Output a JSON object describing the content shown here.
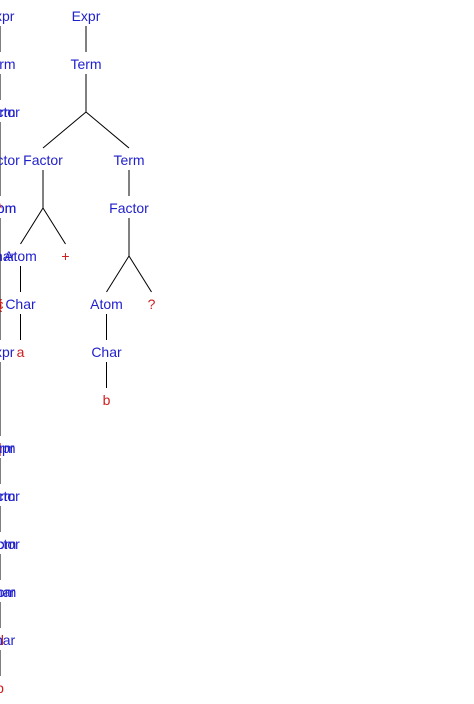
{
  "colors": {
    "nonterminal": "#1f1fcc",
    "terminal": "#cc1f1f",
    "edge": "#000000"
  },
  "trees": [
    {
      "label": "Expr",
      "children": [
        {
          "label": "Term",
          "children": [
            {
              "children": [
                {
                  "label": "Factor",
                  "children": [
                    {
                      "children": [
                        {
                          "label": "Atom",
                          "children": [
                            {
                              "label": "Char",
                              "children": [
                                {
                                  "label": "a",
                                  "terminal": true
                                }
                              ]
                            }
                          ]
                        },
                        {
                          "label": "+",
                          "terminal": true
                        }
                      ]
                    }
                  ]
                },
                {
                  "label": "Term",
                  "children": [
                    {
                      "label": "Factor",
                      "children": [
                        {
                          "children": [
                            {
                              "label": "Atom",
                              "children": [
                                {
                                  "label": "Char",
                                  "children": [
                                    {
                                      "label": "b",
                                      "terminal": true
                                    }
                                  ]
                                }
                              ]
                            },
                            {
                              "label": "?",
                              "terminal": true
                            }
                          ]
                        }
                      ]
                    }
                  ]
                }
              ]
            }
          ]
        }
      ]
    },
    {
      "label": "Expr",
      "children": [
        {
          "label": "Term",
          "children": [
            {
              "label": "Factor",
              "children": [
                {
                  "children": [
                    {
                      "label": "Atom",
                      "children": [
                        {
                          "children": [
                            {
                              "label": "(",
                              "terminal": true
                            },
                            {
                              "children": [
                                {
                                  "label": "Expr",
                                  "children": [
                                    {
                                      "children": [
                                        {
                                          "label": "Term",
                                          "children": [
                                            {
                                              "label": "Factor",
                                              "children": [
                                                {
                                                  "label": "Atom",
                                                  "children": [
                                                    {
                                                      "label": "Char",
                                                      "children": [
                                                        {
                                                          "label": "d",
                                                          "terminal": true
                                                        }
                                                      ]
                                                    }
                                                  ]
                                                }
                                              ]
                                            }
                                          ]
                                        },
                                        {
                                          "label": "|",
                                          "terminal": true
                                        },
                                        {
                                          "label": "Expr",
                                          "children": [
                                            {
                                              "label": "Term",
                                              "children": [
                                                {
                                                  "label": "Factor",
                                                  "children": [
                                                    {
                                                      "label": "Atom",
                                                      "children": [
                                                        {
                                                          "label": "Char",
                                                          "children": [
                                                            {
                                                              "label": "b",
                                                              "terminal": true
                                                            }
                                                          ]
                                                        }
                                                      ]
                                                    }
                                                  ]
                                                }
                                              ]
                                            }
                                          ]
                                        }
                                      ]
                                    }
                                  ]
                                }
                              ]
                            },
                            {
                              "label": ")",
                              "terminal": true
                            }
                          ]
                        }
                      ]
                    },
                    {
                      "label": "*",
                      "terminal": true
                    }
                  ]
                }
              ]
            },
            {
              "label": "Term",
              "children": [
                {
                  "label": "Factor",
                  "children": [
                    {
                      "label": "Atom",
                      "children": [
                        {
                          "label": "Char",
                          "children": [
                            {
                              "label": "c",
                              "terminal": true
                            }
                          ]
                        }
                      ]
                    }
                  ]
                }
              ]
            }
          ]
        }
      ]
    }
  ]
}
